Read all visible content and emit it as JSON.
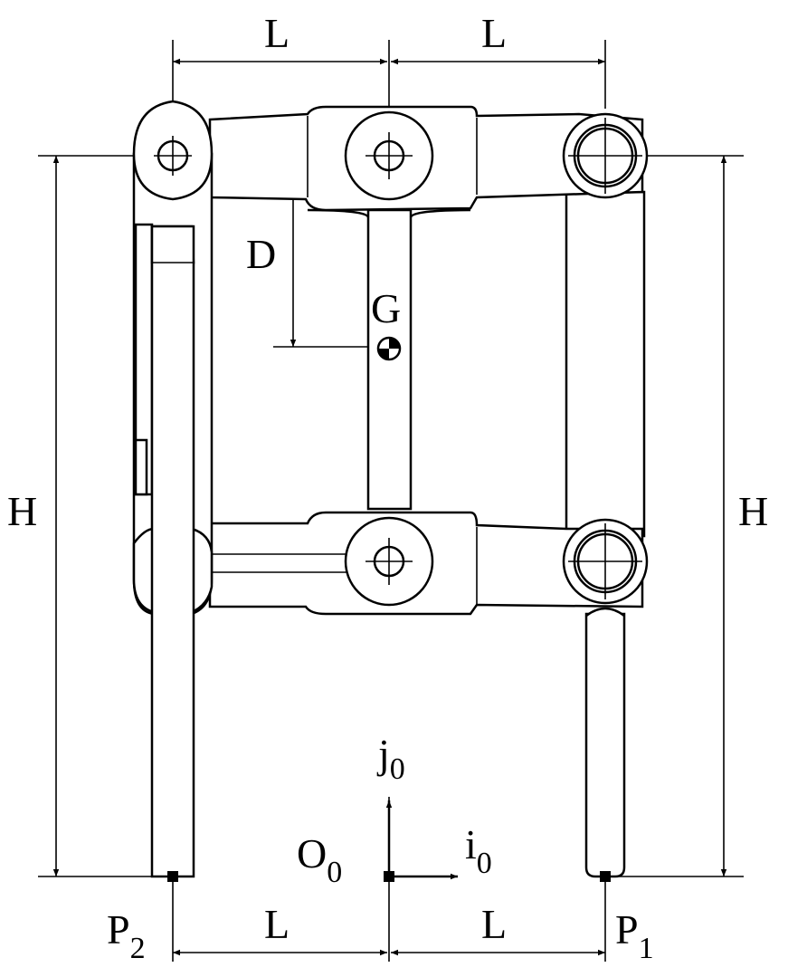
{
  "labels": {
    "L": "L",
    "H": "H",
    "D": "D",
    "G": "G",
    "O": "O",
    "O_sub": "0",
    "j": "j",
    "j_sub": "0",
    "i": "i",
    "i_sub": "0",
    "P": "P",
    "P1_sub": "1",
    "P2_sub": "2"
  },
  "colors": {
    "stroke": "#000000",
    "background": "#ffffff"
  }
}
